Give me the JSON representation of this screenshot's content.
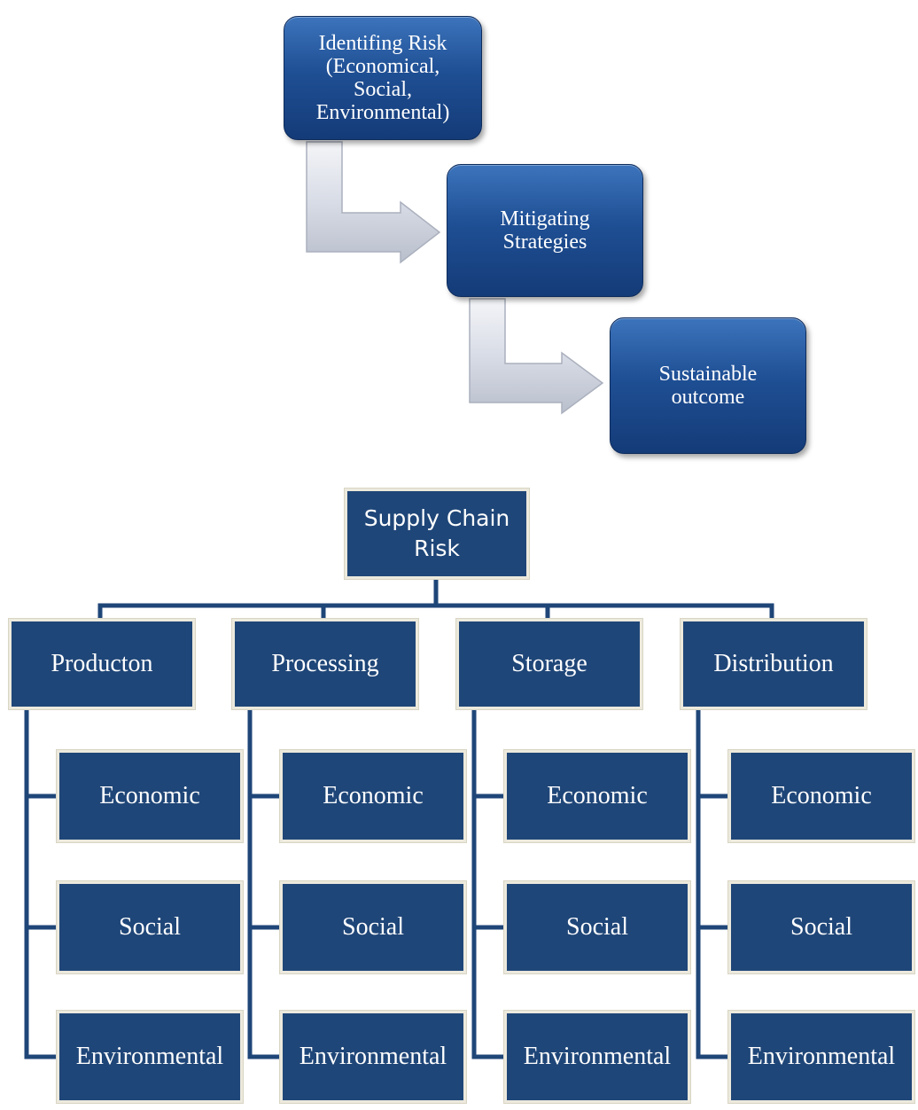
{
  "process_flow": {
    "steps": [
      {
        "lines": [
          "Identifing Risk",
          "(Economical,",
          "Social,",
          "Environmental)"
        ]
      },
      {
        "lines": [
          "Mitigating",
          "Strategies"
        ]
      },
      {
        "lines": [
          "Sustainable",
          "outcome"
        ]
      }
    ],
    "colors": {
      "box": "#1f4f94",
      "arrow": "#d8dce6"
    }
  },
  "org_chart": {
    "root": {
      "lines": [
        "Supply Chain",
        "Risk"
      ]
    },
    "stages": [
      {
        "label": "Producton",
        "children": [
          "Economic",
          "Social",
          "Environmental"
        ]
      },
      {
        "label": "Processing",
        "children": [
          "Economic",
          "Social",
          "Environmental"
        ]
      },
      {
        "label": "Storage",
        "children": [
          "Economic",
          "Social",
          "Environmental"
        ]
      },
      {
        "label": "Distribution",
        "children": [
          "Economic",
          "Social",
          "Environmental"
        ]
      }
    ],
    "colors": {
      "node": "#1f4678",
      "line": "#1f4678",
      "border": "#ece9dd"
    }
  }
}
